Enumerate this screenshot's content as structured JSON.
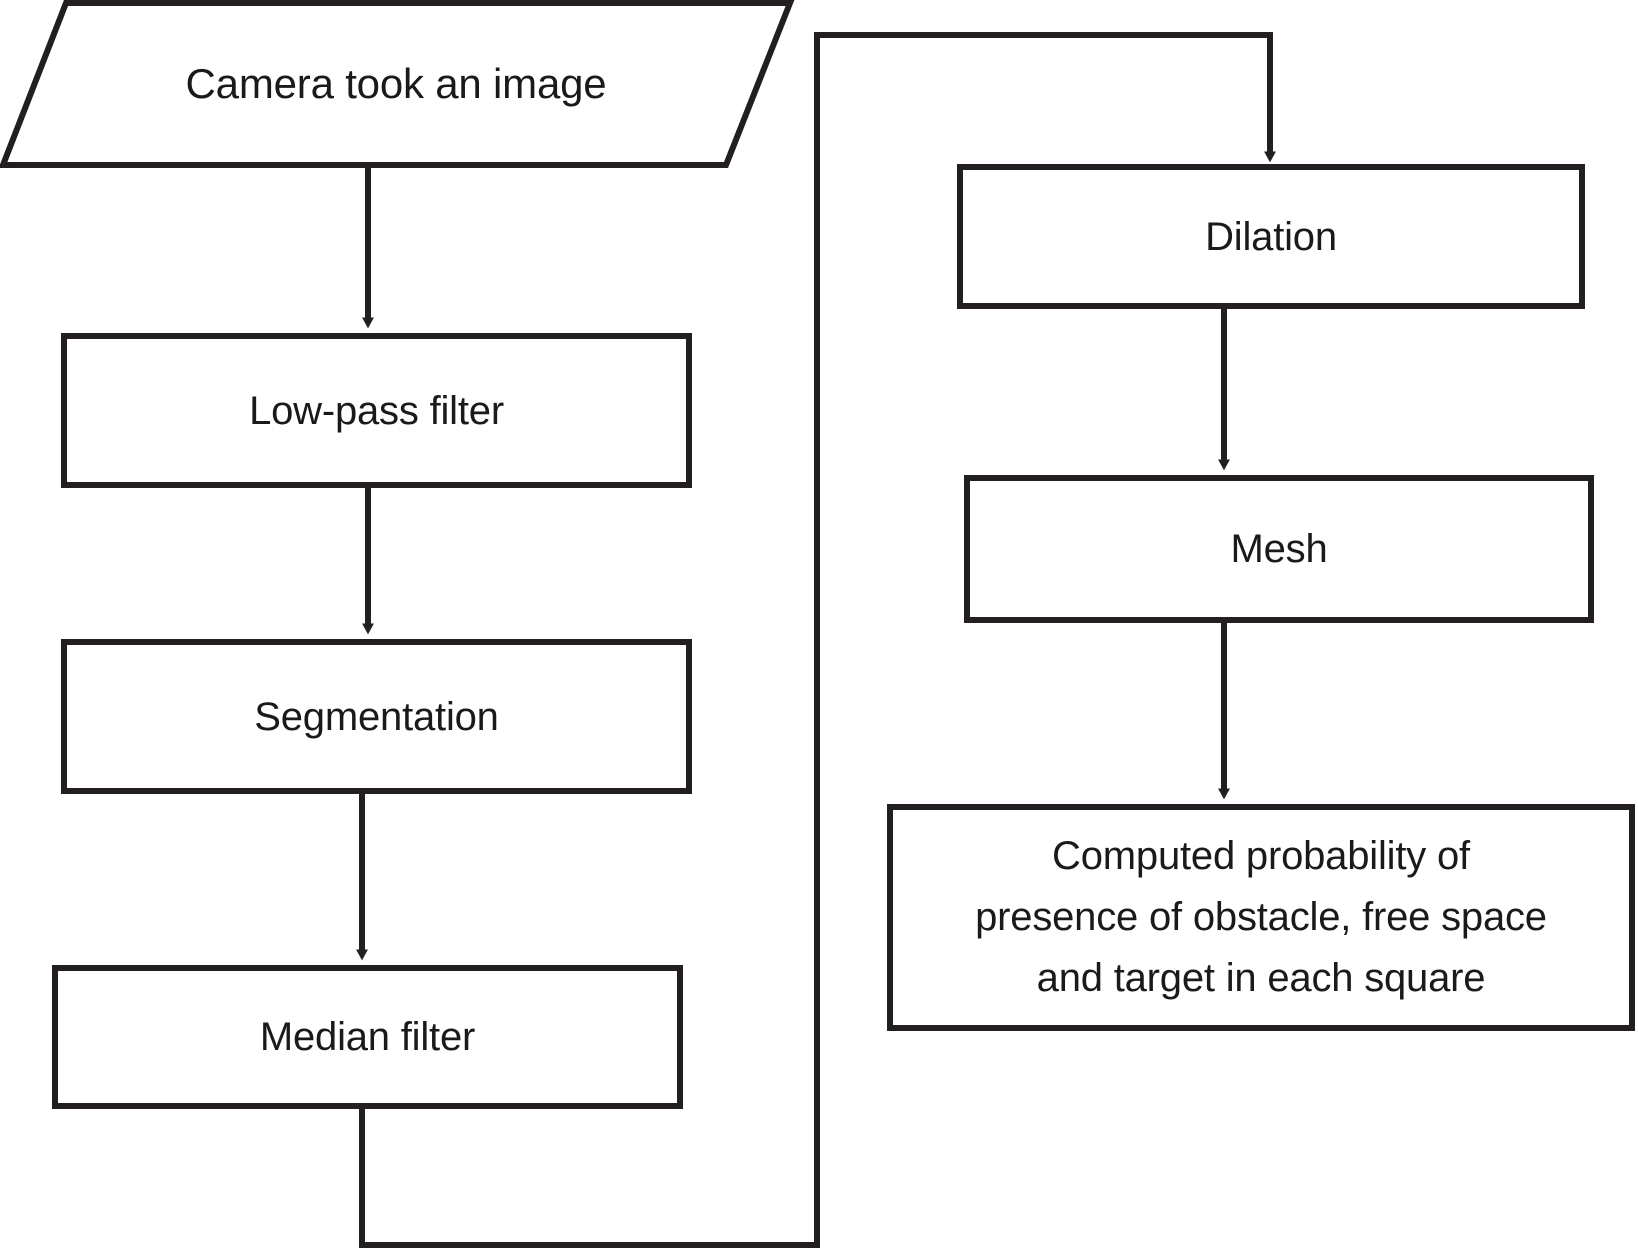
{
  "diagram": {
    "title": "Image processing and obstacle-probability flowchart",
    "stroke_color": "#231f20",
    "background_color": "#ffffff",
    "text_color": "#1a1a1a"
  },
  "nodes": {
    "camera": {
      "label": "Camera took an image",
      "shape": "parallelogram"
    },
    "lowpass": {
      "label": "Low-pass filter",
      "shape": "rectangle"
    },
    "segmentation": {
      "label": "Segmentation",
      "shape": "rectangle"
    },
    "median": {
      "label": "Median filter",
      "shape": "rectangle"
    },
    "dilation": {
      "label": "Dilation",
      "shape": "rectangle"
    },
    "mesh": {
      "label": "Mesh",
      "shape": "rectangle"
    },
    "probability": {
      "label": "Computed probability of\npresence of obstacle, free space\nand target in each square",
      "shape": "rectangle"
    }
  },
  "edges": [
    {
      "id": "camera-to-lowpass",
      "from": "camera",
      "to": "lowpass",
      "arrow": true
    },
    {
      "id": "lowpass-to-segmentation",
      "from": "lowpass",
      "to": "segmentation",
      "arrow": true
    },
    {
      "id": "segmentation-to-median",
      "from": "segmentation",
      "to": "median",
      "arrow": true
    },
    {
      "id": "median-to-dilation",
      "from": "median",
      "to": "dilation",
      "arrow": true
    },
    {
      "id": "dilation-to-mesh",
      "from": "dilation",
      "to": "mesh",
      "arrow": true
    },
    {
      "id": "mesh-to-probability",
      "from": "mesh",
      "to": "probability",
      "arrow": true
    }
  ]
}
